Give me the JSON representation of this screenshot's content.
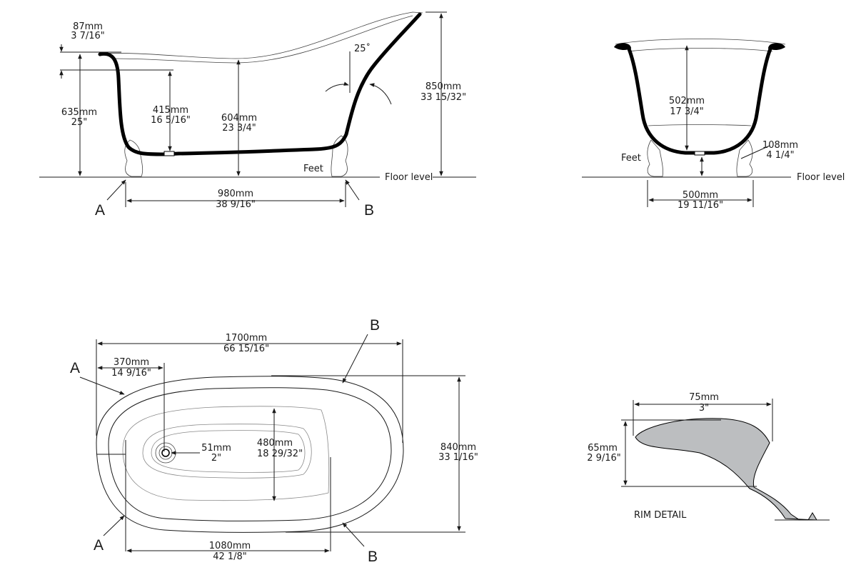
{
  "side_view": {
    "rim_mm": "87mm",
    "rim_in": "3 7/16\"",
    "height_mm": "635mm",
    "height_in": "25\"",
    "depth_mm": "415mm",
    "depth_in": "16 5/16\"",
    "mid_mm": "604mm",
    "mid_in": "23 3/4\"",
    "total_mm": "850mm",
    "total_in": "33 15/32\"",
    "angle": "25˚",
    "feet": "Feet",
    "floor": "Floor level",
    "span_mm": "980mm",
    "span_in": "38 9/16\"",
    "label_a": "A",
    "label_b": "B"
  },
  "end_view": {
    "depth_mm": "502mm",
    "depth_in": "17 3/4\"",
    "clear_mm": "108mm",
    "clear_in": "4 1/4\"",
    "feet": "Feet",
    "floor": "Floor level",
    "width_mm": "500mm",
    "width_in": "19 11/16\""
  },
  "plan_view": {
    "length_mm": "1700mm",
    "length_in": "66 15/16\"",
    "waste_off_mm": "370mm",
    "waste_off_in": "14 9/16\"",
    "waste_mm": "51mm",
    "waste_in": "2\"",
    "inner_w_mm": "480mm",
    "inner_w_in": "18 29/32\"",
    "width_mm": "840mm",
    "width_in": "33 1/16\"",
    "feet_span_mm": "1080mm",
    "feet_span_in": "42 1/8\"",
    "label_a_top": "A",
    "label_a_bottom": "A",
    "label_b_top": "B",
    "label_b_bottom": "B"
  },
  "rim_detail": {
    "width_mm": "75mm",
    "width_in": "3\"",
    "height_mm": "65mm",
    "height_in": "2 9/16\"",
    "title": "RIM DETAIL",
    "fill_color": "#bcbec0"
  },
  "colors": {
    "line": "#1a1a1a",
    "shell": "#000000"
  }
}
